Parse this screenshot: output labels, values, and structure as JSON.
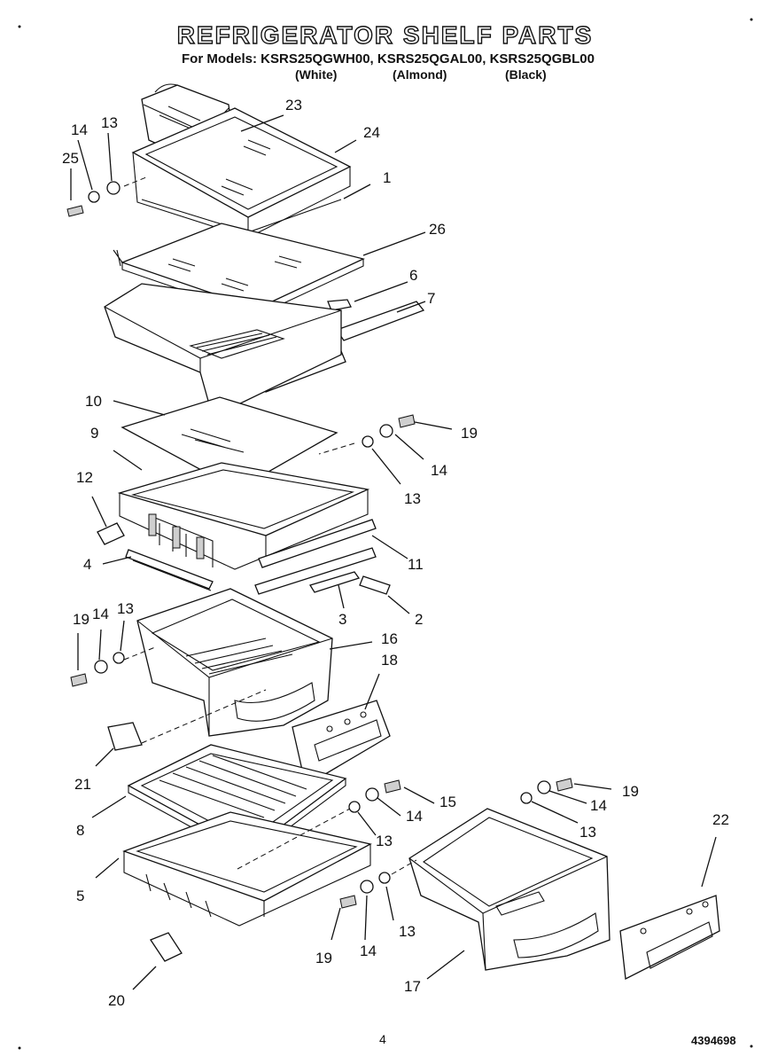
{
  "header": {
    "title": "REFRIGERATOR SHELF PARTS",
    "subtitle": "For Models: KSRS25QGWH00, KSRS25QGAL00, KSRS25QGBL00",
    "colors": [
      "(White)",
      "(Almond)",
      "(Black)"
    ]
  },
  "callouts": [
    {
      "id": "c23",
      "text": "23"
    },
    {
      "id": "c24",
      "text": "24"
    },
    {
      "id": "c1",
      "text": "1"
    },
    {
      "id": "c14a",
      "text": "14"
    },
    {
      "id": "c13a",
      "text": "13"
    },
    {
      "id": "c25",
      "text": "25"
    },
    {
      "id": "c26",
      "text": "26"
    },
    {
      "id": "c6",
      "text": "6"
    },
    {
      "id": "c7",
      "text": "7"
    },
    {
      "id": "c10",
      "text": "10"
    },
    {
      "id": "c9",
      "text": "9"
    },
    {
      "id": "c19a",
      "text": "19"
    },
    {
      "id": "c14b",
      "text": "14"
    },
    {
      "id": "c13b",
      "text": "13"
    },
    {
      "id": "c12",
      "text": "12"
    },
    {
      "id": "c11",
      "text": "11"
    },
    {
      "id": "c4",
      "text": "4"
    },
    {
      "id": "c3",
      "text": "3"
    },
    {
      "id": "c2",
      "text": "2"
    },
    {
      "id": "c19b",
      "text": "19"
    },
    {
      "id": "c14c",
      "text": "14"
    },
    {
      "id": "c13c",
      "text": "13"
    },
    {
      "id": "c16",
      "text": "16"
    },
    {
      "id": "c18",
      "text": "18"
    },
    {
      "id": "c21",
      "text": "21"
    },
    {
      "id": "c8",
      "text": "8"
    },
    {
      "id": "c15",
      "text": "15"
    },
    {
      "id": "c14d",
      "text": "14"
    },
    {
      "id": "c13d",
      "text": "13"
    },
    {
      "id": "c19c",
      "text": "19"
    },
    {
      "id": "c14e",
      "text": "14"
    },
    {
      "id": "c13e",
      "text": "13"
    },
    {
      "id": "c22",
      "text": "22"
    },
    {
      "id": "c5",
      "text": "5"
    },
    {
      "id": "c13f",
      "text": "13"
    },
    {
      "id": "c19d",
      "text": "19"
    },
    {
      "id": "c14f",
      "text": "14"
    },
    {
      "id": "c17",
      "text": "17"
    },
    {
      "id": "c20",
      "text": "20"
    }
  ],
  "footer": {
    "page_number": "4",
    "document_number": "4394698"
  }
}
